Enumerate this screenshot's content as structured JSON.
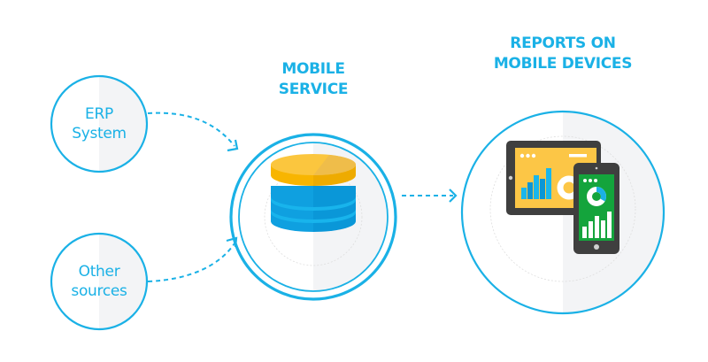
{
  "colors": {
    "accent": "#1ab1e6",
    "half_fill": "#f3f4f6",
    "db_top": "#fbc63e",
    "db_top_shade": "#efbd4a",
    "db_band": "#f8b500",
    "db_band_shade": "#eeab00",
    "db_body": "#0fa0e0",
    "db_body_shade": "#0a97d8",
    "db_stripe": "#18b4ec",
    "device_frame": "#3f3f3f",
    "tablet_screen": "#fcc646",
    "phone_screen": "#14a43c",
    "chart_blue_dark": "#0a96d6",
    "chart_blue_light": "#19b6ec",
    "white": "#ffffff"
  },
  "nodes": {
    "erp": {
      "label_line1": "ERP",
      "label_line2": "System"
    },
    "other": {
      "label_line1": "Other",
      "label_line2": "sources"
    },
    "mobile_service": {
      "title_line1": "MOBILE",
      "title_line2": "SERVICE",
      "icon": "database-icon"
    },
    "reports": {
      "title_line1": "REPORTS ON",
      "title_line2": "MOBILE DEVICES",
      "icon": "tablet-phone-reports-icon"
    }
  },
  "edges": [
    {
      "from": "erp",
      "to": "mobile_service",
      "style": "dashed-arrow"
    },
    {
      "from": "other",
      "to": "mobile_service",
      "style": "dashed-arrow"
    },
    {
      "from": "mobile_service",
      "to": "reports",
      "style": "dashed-arrow"
    }
  ]
}
